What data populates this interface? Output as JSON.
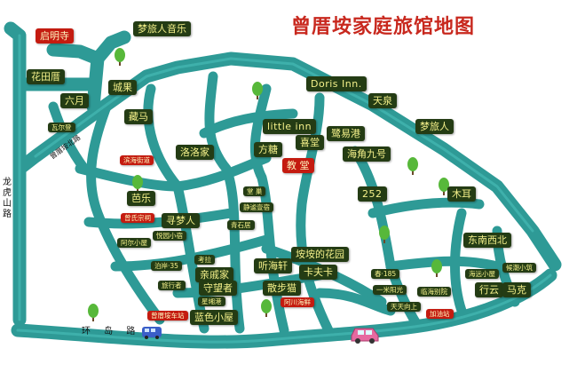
{
  "title": "曾厝垵家庭旅馆地图",
  "colors": {
    "road": "#2e9a96",
    "road_light": "#4cc3bd",
    "label_bg": "#243c14",
    "label_text": "#f4f08a",
    "red_label_bg": "#c41b10",
    "title": "#c8281e"
  },
  "places": {
    "qimingsi": "启明寺",
    "mengluren_yinyue": "梦旅人音乐",
    "huatiancuo": "花田厝",
    "chengguo": "城果",
    "liuyue": "六月",
    "cangma": "藏马",
    "waerdeng": "瓦尔登",
    "doris_inn": "Doris Inn.",
    "tianquan": "天泉",
    "little_inn": "little inn",
    "lujiagang": "鹭易港",
    "mengluren": "梦旅人",
    "fangtang": "方糖",
    "xitang": "喜堂",
    "haijiao_jiuhao": "海角九号",
    "jiaotang": "教 堂",
    "binhai_jiedao": "滨海街道",
    "luoluojia": "洛洛家",
    "bale": "芭乐",
    "zengshi_zongci": "曾氏宗祠",
    "xunmengren": "寻梦人",
    "yueyuan_xiaosu": "悦园小宿",
    "aer_xiaowu": "阿尔小屋",
    "tangchao": "堂 巢",
    "qingyu_yisu": "静谧壹宿",
    "qingshiju": "青石居",
    "num252": "252",
    "mudeng": "木耳",
    "dongnan_xibei": "东南西北",
    "anan_huayuan": "垵垵的花园",
    "xinhaixuan": "听海轩",
    "kafuka": "卡夫卡",
    "sanbumao": "散步猫",
    "achuan_haixian": "阿川海鲜",
    "kaola": "考拉",
    "qinweijia": "亲戚家",
    "bohai35": "泊岸·35",
    "lvxingzhe": "旅行者",
    "shouwangzhe": "守望者",
    "xingxiang": "星缃港",
    "landong_xiaowu": "蓝色小屋",
    "zengcuoan_chezhan": "曾厝垵车站",
    "chun185": "春·185",
    "yimi_yangguang": "一米阳光",
    "linhai_bieyuan": "临海别院",
    "tiantian_xiangshang": "天天向上",
    "haiyuan_xiaowu": "海远小屋",
    "houchao_xiaozhu": "候潮小筑",
    "xingyun": "行云",
    "make": "马克",
    "jiayouzhan": "加油站"
  },
  "roads": {
    "longhushan_lu": "龙虎山路",
    "zengcuoan_beilu": "曾厝垵北路",
    "huandao_lu": "环 岛 路"
  }
}
